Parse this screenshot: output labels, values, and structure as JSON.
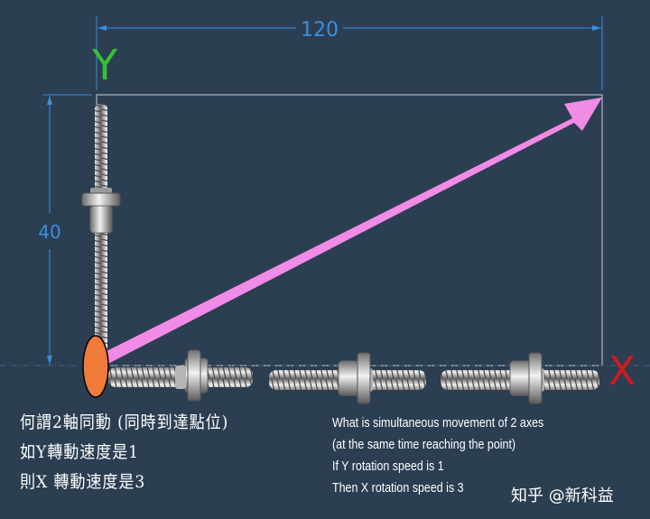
{
  "diagram": {
    "dimension_x": "120",
    "dimension_y": "40",
    "axis_y_label": "Y",
    "axis_x_label": "X",
    "colors": {
      "background": "#2b3e52",
      "dimension": "#3a8fe0",
      "axis_y": "#35c232",
      "axis_x": "#d21a1a",
      "arrow": "#f08be6",
      "origin": "#f07a3a"
    }
  },
  "caption_cn": {
    "line1": "何謂2軸同動 (同時到達點位)",
    "line2": "如Y轉動速度是1",
    "line3": "則X 轉動速度是3"
  },
  "caption_en": {
    "line1": "What is simultaneous movement of 2 axes",
    "line2": "(at the same time reaching the point)",
    "line3": "If Y rotation speed is 1",
    "line4": "Then X rotation speed is 3"
  },
  "watermark": "知乎 @新科益"
}
